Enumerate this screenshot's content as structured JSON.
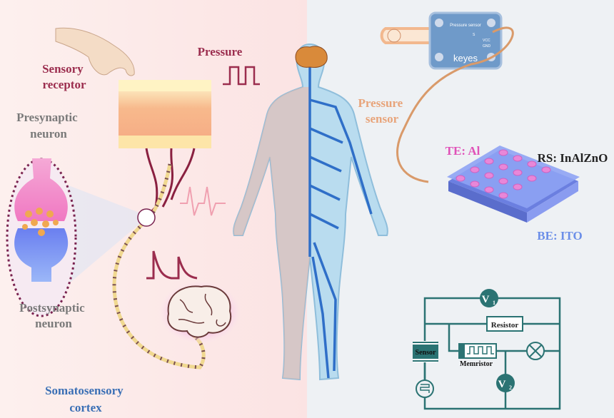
{
  "labels": {
    "sensory_receptor": [
      "Sensory",
      "receptor"
    ],
    "pressure": "Pressure",
    "presynaptic": [
      "Presynaptic",
      "neuron"
    ],
    "postsynaptic": [
      "Postsynaptic",
      "neuron"
    ],
    "somatosensory": [
      "Somatosensory",
      "cortex"
    ],
    "pressure_sensor": [
      "Pressure",
      "sensor"
    ],
    "te": "TE: Al",
    "rs": "RS: InAlZnO",
    "be": "BE: ITO"
  },
  "sensor_module": {
    "title": "Pressure sensor",
    "brand": "keyes",
    "pins": [
      "S",
      "VCC",
      "GND"
    ]
  },
  "circuit": {
    "v1": "V",
    "v1_sub": "1",
    "v2": "V",
    "v2_sub": "2",
    "resistor": "Resistor",
    "sensor": "Sensor",
    "memristor": "Memristor"
  },
  "colors": {
    "bio": "#9b2d4e",
    "neuron_gray": "#7a7a7a",
    "cortex_blue": "#3a6fb5",
    "sensor_orange": "#e8a47a",
    "te_pink": "#e052b8",
    "be_blue": "#6b8ee8",
    "circuit_teal": "#2b7373"
  }
}
